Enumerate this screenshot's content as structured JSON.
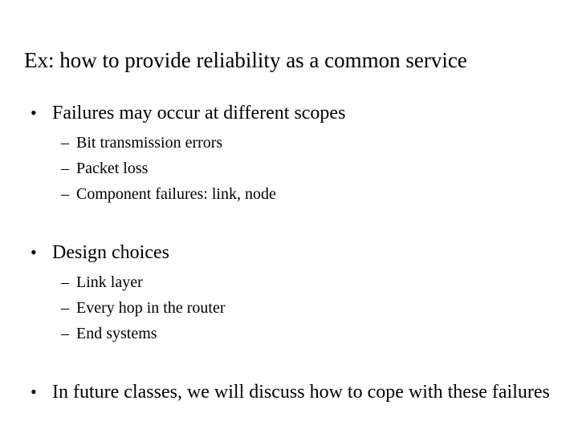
{
  "slide": {
    "title": "Ex: how to provide reliability as a common service",
    "background_color": "#ffffff",
    "text_color": "#000000",
    "level1_bullet_glyph": "•",
    "level2_bullet_glyph": "–",
    "groups": [
      {
        "heading": "Failures may occur at different scopes",
        "subitems": [
          "Bit transmission errors",
          "Packet loss",
          "Component failures: link, node"
        ]
      },
      {
        "heading": "Design choices",
        "subitems": [
          "Link layer",
          "Every hop in the router",
          "End systems"
        ]
      },
      {
        "heading": "In future classes, we will discuss how to cope with these failures",
        "subitems": []
      }
    ]
  }
}
